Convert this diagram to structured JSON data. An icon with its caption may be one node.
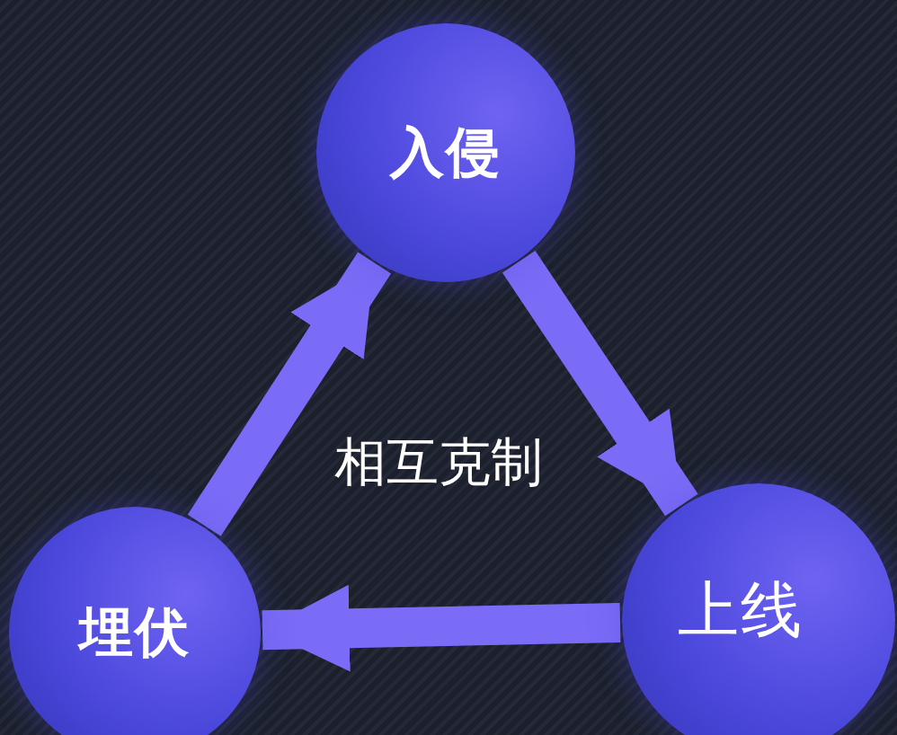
{
  "diagram": {
    "nodes": [
      {
        "text": [
          "入侵"
        ]
      },
      {
        "text": [
          "埋伏"
        ]
      },
      {
        "text": [
          "上线"
        ]
      }
    ],
    "edges": [
      {
        "from": 0,
        "to": 2,
        "arrow": "to"
      },
      {
        "from": 2,
        "to": 1,
        "arrow": "to"
      },
      {
        "from": 1,
        "to": 0,
        "arrow": "to"
      }
    ],
    "labels": [
      "相互克制"
    ]
  }
}
